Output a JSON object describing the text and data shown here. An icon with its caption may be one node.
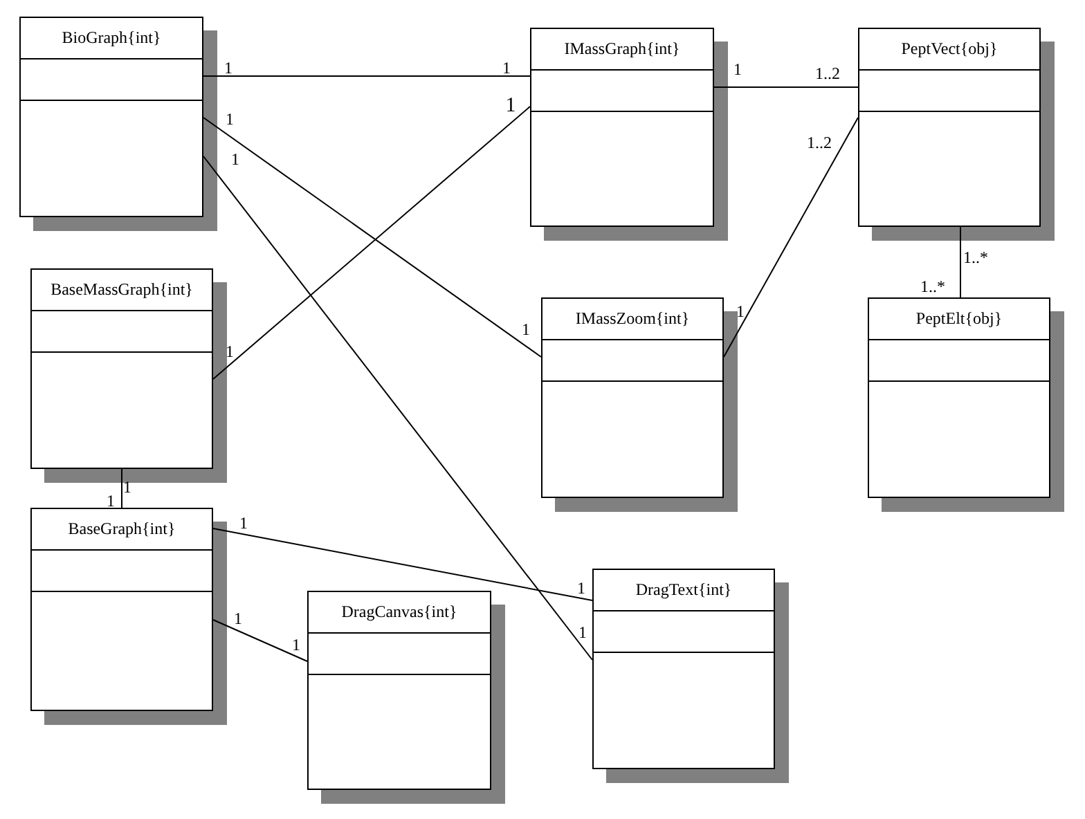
{
  "diagram": {
    "nodes": [
      {
        "text": [
          "BioGraph{int}"
        ]
      },
      {
        "text": [
          "IMassGraph{int}"
        ]
      },
      {
        "text": [
          "PeptVect{obj}"
        ]
      },
      {
        "text": [
          "BaseMassGraph{int}"
        ]
      },
      {
        "text": [
          "IMassZoom{int}"
        ]
      },
      {
        "text": [
          "PeptElt{obj}"
        ]
      },
      {
        "text": [
          "BaseGraph{int}"
        ]
      },
      {
        "text": [
          "DragCanvas{int}"
        ]
      },
      {
        "text": [
          "DragText{int}"
        ]
      }
    ],
    "edges": [
      {
        "from": 0,
        "to": 1,
        "arrow": "none"
      },
      {
        "from": 0,
        "to": 4,
        "arrow": "none"
      },
      {
        "from": 0,
        "to": 8,
        "arrow": "none"
      },
      {
        "from": 3,
        "to": 1,
        "arrow": "none"
      },
      {
        "from": 1,
        "to": 2,
        "arrow": "none"
      },
      {
        "from": 4,
        "to": 2,
        "arrow": "none"
      },
      {
        "from": 2,
        "to": 5,
        "arrow": "none"
      },
      {
        "from": 3,
        "to": 6,
        "arrow": "none"
      },
      {
        "from": 6,
        "to": 8,
        "arrow": "none"
      },
      {
        "from": 6,
        "to": 7,
        "arrow": "none"
      }
    ],
    "labels": [
      "1",
      "1",
      "1",
      "1..2",
      "1",
      "1",
      "1..2",
      "1",
      "1..*",
      "1..*",
      "1",
      "1",
      "1",
      "1",
      "1",
      "1",
      "1",
      "1",
      "1",
      "1"
    ]
  }
}
